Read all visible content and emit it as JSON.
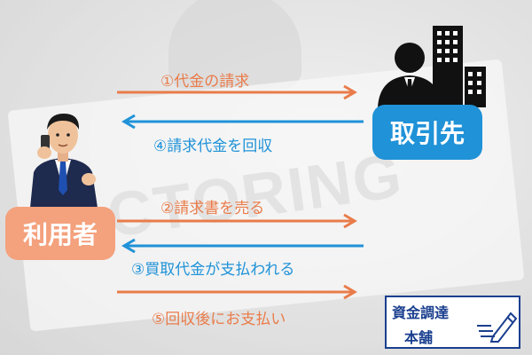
{
  "actors": {
    "user": "利用者",
    "partner": "取引先"
  },
  "steps": [
    {
      "label": "①代金の請求",
      "direction": "to-partner",
      "color": "#e97c4a"
    },
    {
      "label": "④請求代金を回収",
      "direction": "to-user",
      "color": "#1f92d8"
    },
    {
      "label": "②請求書を売る",
      "direction": "to-partner",
      "color": "#e97c4a"
    },
    {
      "label": "③買取代金が支払われる",
      "direction": "to-user",
      "color": "#1f92d8"
    },
    {
      "label": "⑤回収後にお支払い",
      "direction": "to-partner",
      "color": "#e97c4a"
    }
  ],
  "background_text": "CTORING",
  "logo": {
    "line1": "資金調達",
    "line2": "本舗"
  },
  "colors": {
    "orange": "#e97c4a",
    "blue": "#1f92d8",
    "user_box": "#f4a17d",
    "logo_navy": "#1a3f8f"
  }
}
